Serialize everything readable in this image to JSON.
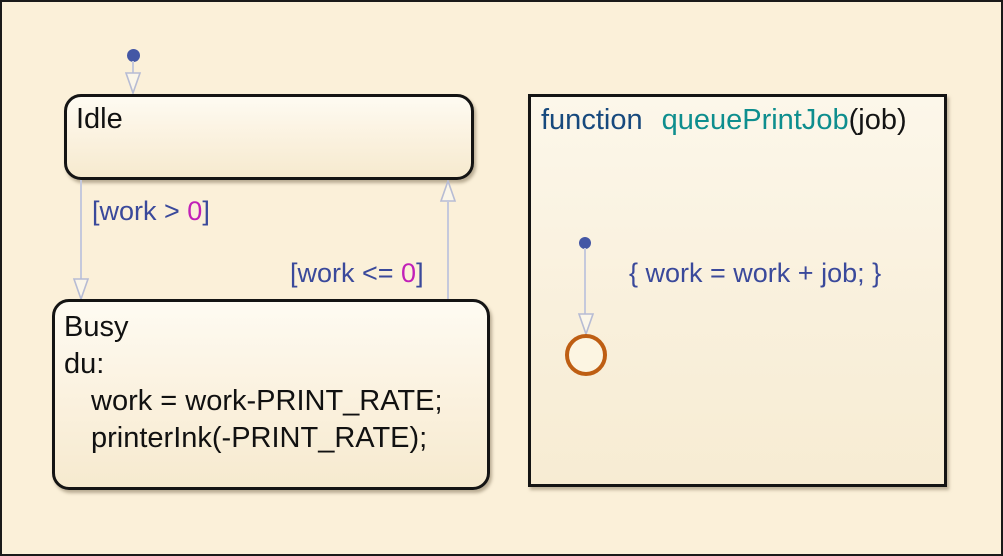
{
  "colors": {
    "background": "#FBF0D9",
    "chart_border": "#1A1A1A",
    "state_border": "#141414",
    "state_fill_top": "#FEFBF2",
    "state_fill_bottom": "#F6EACF",
    "transition_label_blue": "#3A499B",
    "literal_magenta": "#C120B8",
    "keyword_navy": "#17497D",
    "function_name_teal": "#0E8E8E",
    "junction_orange": "#BE5E13",
    "default_dot_blue": "#4457A5",
    "transition_line_gray": "#C5C9DC"
  },
  "icons": {
    "default_transition_dot": "initial-transition-dot",
    "arrowhead": "open-triangle-arrowhead",
    "junction": "connective-junction-circle"
  },
  "states": {
    "idle": {
      "name": "Idle"
    },
    "busy": {
      "name": "Busy",
      "action_keyword": "du:",
      "actions": [
        "work = work-PRINT_RATE;",
        "printerInk(-PRINT_RATE);"
      ]
    }
  },
  "transitions": {
    "idle_to_busy": {
      "open": "[work > ",
      "value": "0",
      "close": "]"
    },
    "busy_to_idle": {
      "open": "[work <= ",
      "value": "0",
      "close": "]"
    },
    "queue_print_job_action": {
      "label": "{ work = work + job; }"
    }
  },
  "function_box": {
    "keyword": "function",
    "name": "queuePrintJob",
    "signature": "(job)"
  }
}
